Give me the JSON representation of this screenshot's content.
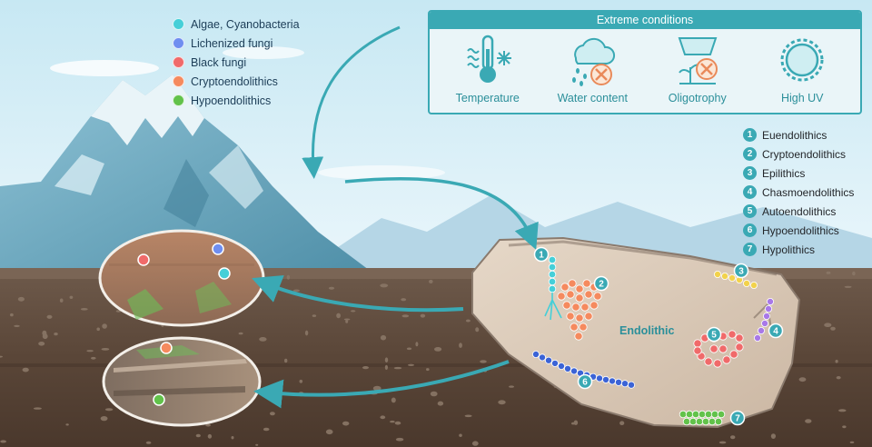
{
  "legend": {
    "items": [
      {
        "label": "Algae, Cyanobacteria",
        "color": "#45cfd8"
      },
      {
        "label": "Lichenized fungi",
        "color": "#6f8ef0"
      },
      {
        "label": "Black fungi",
        "color": "#f06a6a"
      },
      {
        "label": "Cryptoendolithics",
        "color": "#f58a5e"
      },
      {
        "label": "Hypoendolithics",
        "color": "#62c24a"
      }
    ]
  },
  "conditions": {
    "title": "Extreme conditions",
    "items": [
      {
        "label": "Temperature",
        "icon": "thermometer-icon"
      },
      {
        "label": "Water content",
        "icon": "cloud-rain-icon"
      },
      {
        "label": "Oligotrophy",
        "icon": "plant-soil-icon"
      },
      {
        "label": "High UV",
        "icon": "sun-icon"
      }
    ]
  },
  "lithic_types": [
    {
      "num": "1",
      "label": "Euendolithics"
    },
    {
      "num": "2",
      "label": "Cryptoendolithics"
    },
    {
      "num": "3",
      "label": "Epilithics"
    },
    {
      "num": "4",
      "label": "Chasmoendolithics"
    },
    {
      "num": "5",
      "label": "Autoendolithics"
    },
    {
      "num": "6",
      "label": "Hypoendolithics"
    },
    {
      "num": "7",
      "label": "Hypolithics"
    }
  ],
  "rock": {
    "label": "Endolithic"
  },
  "colors": {
    "accent": "#3aa9b4",
    "algae": "#45cfd8",
    "lichen": "#6f8ef0",
    "black_fungi": "#f06a6a",
    "crypto": "#f58a5e",
    "hypo": "#62c24a",
    "epi": "#f2d24c",
    "chasmo": "#a878e8",
    "hypolithic_blue": "#3b63d6"
  }
}
